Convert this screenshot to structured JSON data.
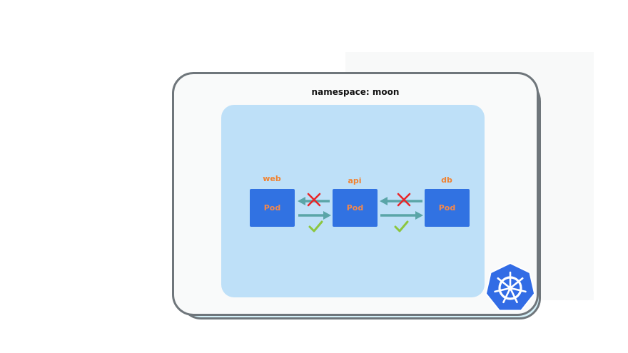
{
  "namespace_title": "namespace: moon",
  "pods": [
    {
      "name": "web",
      "text": "Pod"
    },
    {
      "name": "api",
      "text": "Pod"
    },
    {
      "name": "db",
      "text": "Pod"
    }
  ],
  "connections": [
    {
      "from": "api",
      "to": "web",
      "allowed": false
    },
    {
      "from": "web",
      "to": "api",
      "allowed": true
    },
    {
      "from": "db",
      "to": "api",
      "allowed": false
    },
    {
      "from": "api",
      "to": "db",
      "allowed": true
    }
  ],
  "colors": {
    "pod_fill": "#3172e2",
    "label": "#f08230",
    "arrow": "#5aa5a8",
    "deny": "#e8262a",
    "allow": "#8cc63f",
    "inner_area": "#bee0f8",
    "kubernetes_logo": "#326ce5"
  },
  "logo": "kubernetes-helm-icon"
}
